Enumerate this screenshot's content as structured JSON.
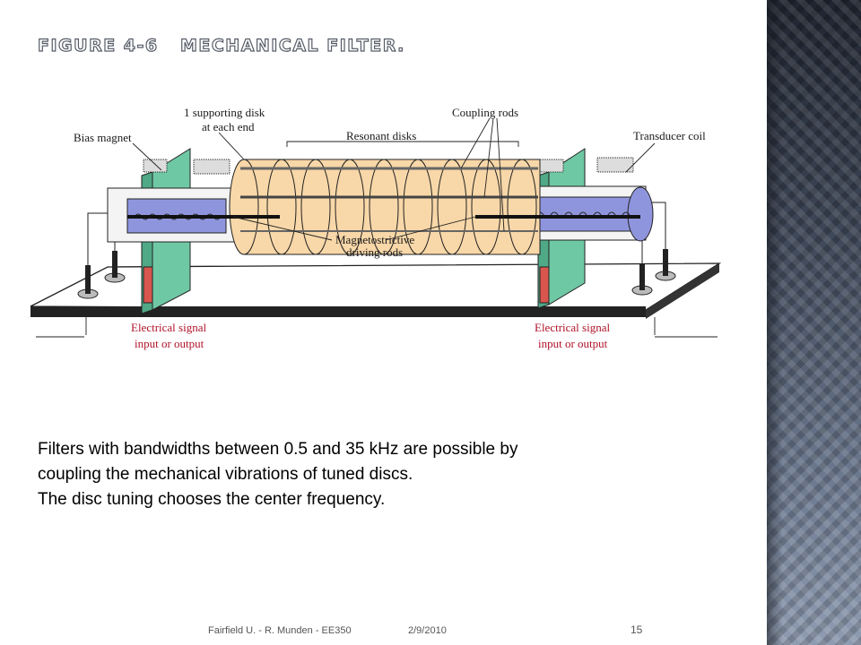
{
  "slide": {
    "title": "Figure 4-6   Mechanical filter.",
    "body_lines": [
      "Filters with bandwidths between 0.5 and 35 kHz are possible by",
      "coupling the mechanical vibrations of tuned discs.",
      "The disc tuning chooses the center frequency."
    ],
    "footer": {
      "left": "Fairfield U. -  R. Munden - EE350",
      "date": "2/9/2010",
      "page_number": "15"
    }
  },
  "diagram": {
    "labels": {
      "supporting_disk": [
        "1 supporting disk",
        "at each end"
      ],
      "resonant_disks": "Resonant disks",
      "coupling_rods": "Coupling rods",
      "bias_magnet": "Bias magnet",
      "transducer_coil": "Transducer coil",
      "driving_rods": [
        "Magnetostrictive",
        "driving rods"
      ],
      "signal_left": [
        "Electrical signal",
        "input or output"
      ],
      "signal_right": [
        "Electrical signal",
        "input or output"
      ]
    },
    "colors": {
      "disk_fill": "#f8d7a8",
      "support_green": "#6fc8a4",
      "coil_blue": "#8f95dd",
      "label_red": "#b0132a",
      "base_plate": "#ffffff"
    }
  }
}
